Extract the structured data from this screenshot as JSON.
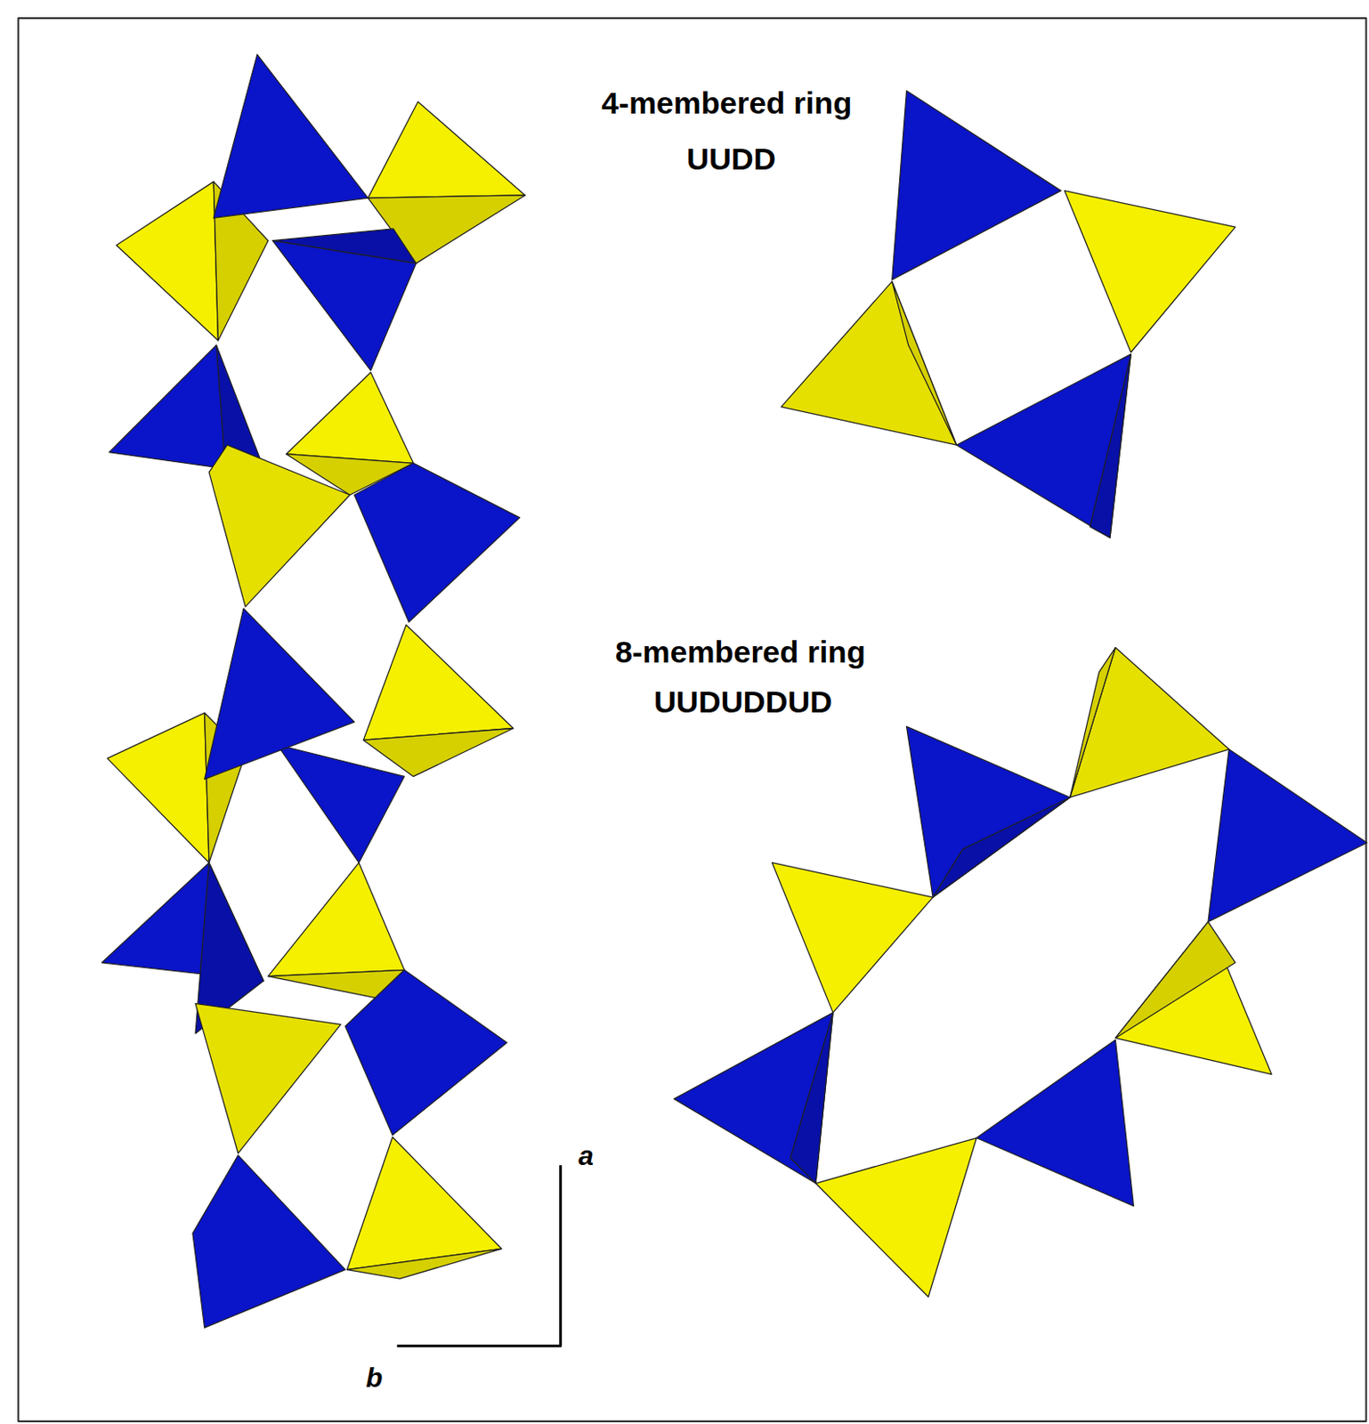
{
  "diagram": {
    "labels": [
      "4-membered ring",
      "UUDD",
      "8-membered ring",
      "UUDUDDUD",
      "a",
      "b"
    ]
  }
}
